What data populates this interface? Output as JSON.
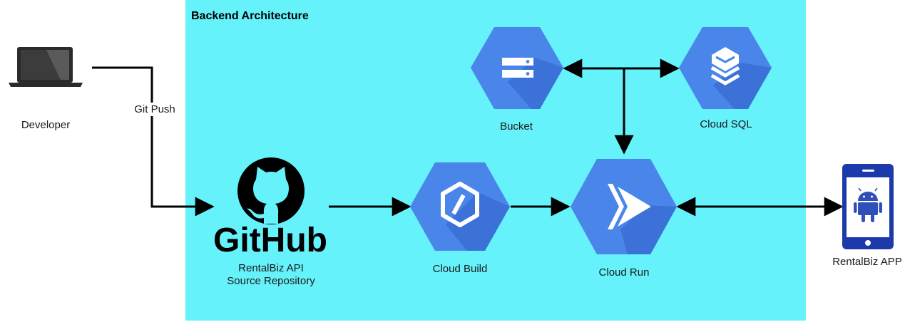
{
  "panel": {
    "title": "Backend Architecture",
    "color": "#66f2fa"
  },
  "nodes": {
    "developer": {
      "label": "Developer",
      "icon": "laptop-icon"
    },
    "github": {
      "logo_text": "GitHub",
      "label_line1": "RentalBiz API",
      "label_line2": "Source Repository",
      "icon": "github-logo"
    },
    "cloud_build": {
      "label": "Cloud Build",
      "icon": "cloud-build-icon"
    },
    "cloud_run": {
      "label": "Cloud Run",
      "icon": "cloud-run-icon"
    },
    "bucket": {
      "label": "Bucket",
      "icon": "storage-bucket-icon"
    },
    "cloud_sql": {
      "label": "Cloud SQL",
      "icon": "cloud-sql-icon"
    },
    "mobile_app": {
      "label": "RentalBiz APP",
      "icon": "android-phone-icon"
    }
  },
  "edges": {
    "git_push": {
      "label": "Git Push",
      "from": "developer",
      "to": "github"
    },
    "github_to_build": {
      "from": "github",
      "to": "cloud_build"
    },
    "build_to_run": {
      "from": "cloud_build",
      "to": "cloud_run"
    },
    "bucket_sql_run": {
      "between": [
        "bucket",
        "cloud_sql",
        "cloud_run"
      ],
      "bidirectional": true
    },
    "run_to_app": {
      "from": "cloud_run",
      "to": "mobile_app",
      "bidirectional": true
    }
  },
  "colors": {
    "gcp_hex": "#4a85ea",
    "gcp_shadow": "#3b6fd6",
    "phone": "#1c3aa9",
    "android": "#2f4fb9"
  }
}
